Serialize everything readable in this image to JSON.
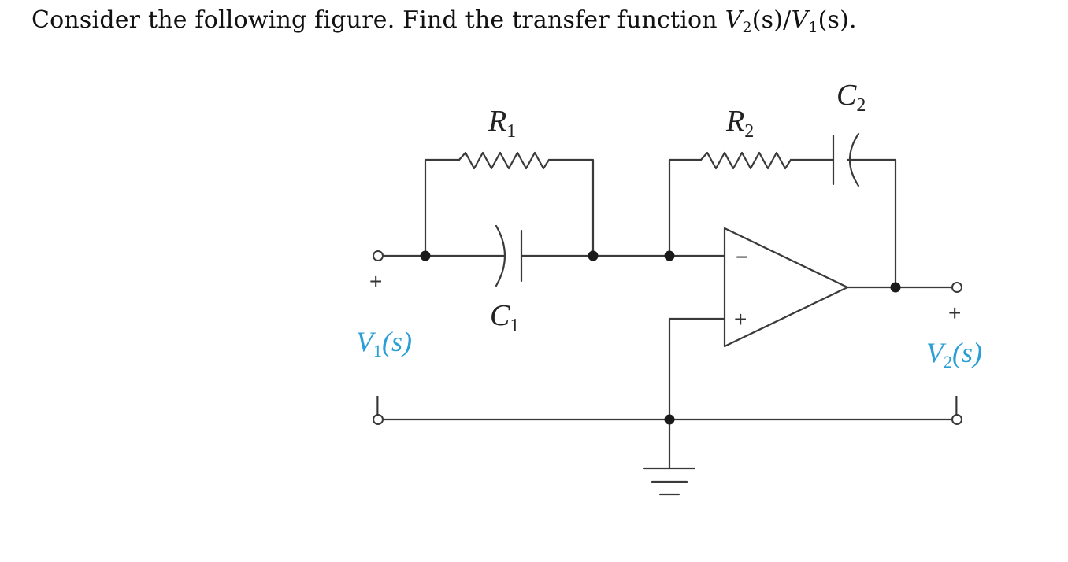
{
  "question": {
    "prefix": "Consider the following figure. Find the transfer function ",
    "v2": "V",
    "v2_sub": "2",
    "mid": "(s)/",
    "v1": "V",
    "v1_sub": "1",
    "suffix": "(s)."
  },
  "circuit": {
    "r1": {
      "letter": "R",
      "sub": "1"
    },
    "r2": {
      "letter": "R",
      "sub": "2"
    },
    "c1": {
      "letter": "C",
      "sub": "1"
    },
    "c2": {
      "letter": "C",
      "sub": "2"
    },
    "v1": {
      "letter": "V",
      "sub": "1",
      "arg": "(s)",
      "plus": "+",
      "minus": "|"
    },
    "v2": {
      "letter": "V",
      "sub": "2",
      "arg": "(s)",
      "plus": "+",
      "minus": "|"
    },
    "opamp": {
      "minus": "−",
      "plus": "+"
    },
    "colors": {
      "wire": "#3a3a3a",
      "voltage_label": "#2a9fd6"
    }
  }
}
